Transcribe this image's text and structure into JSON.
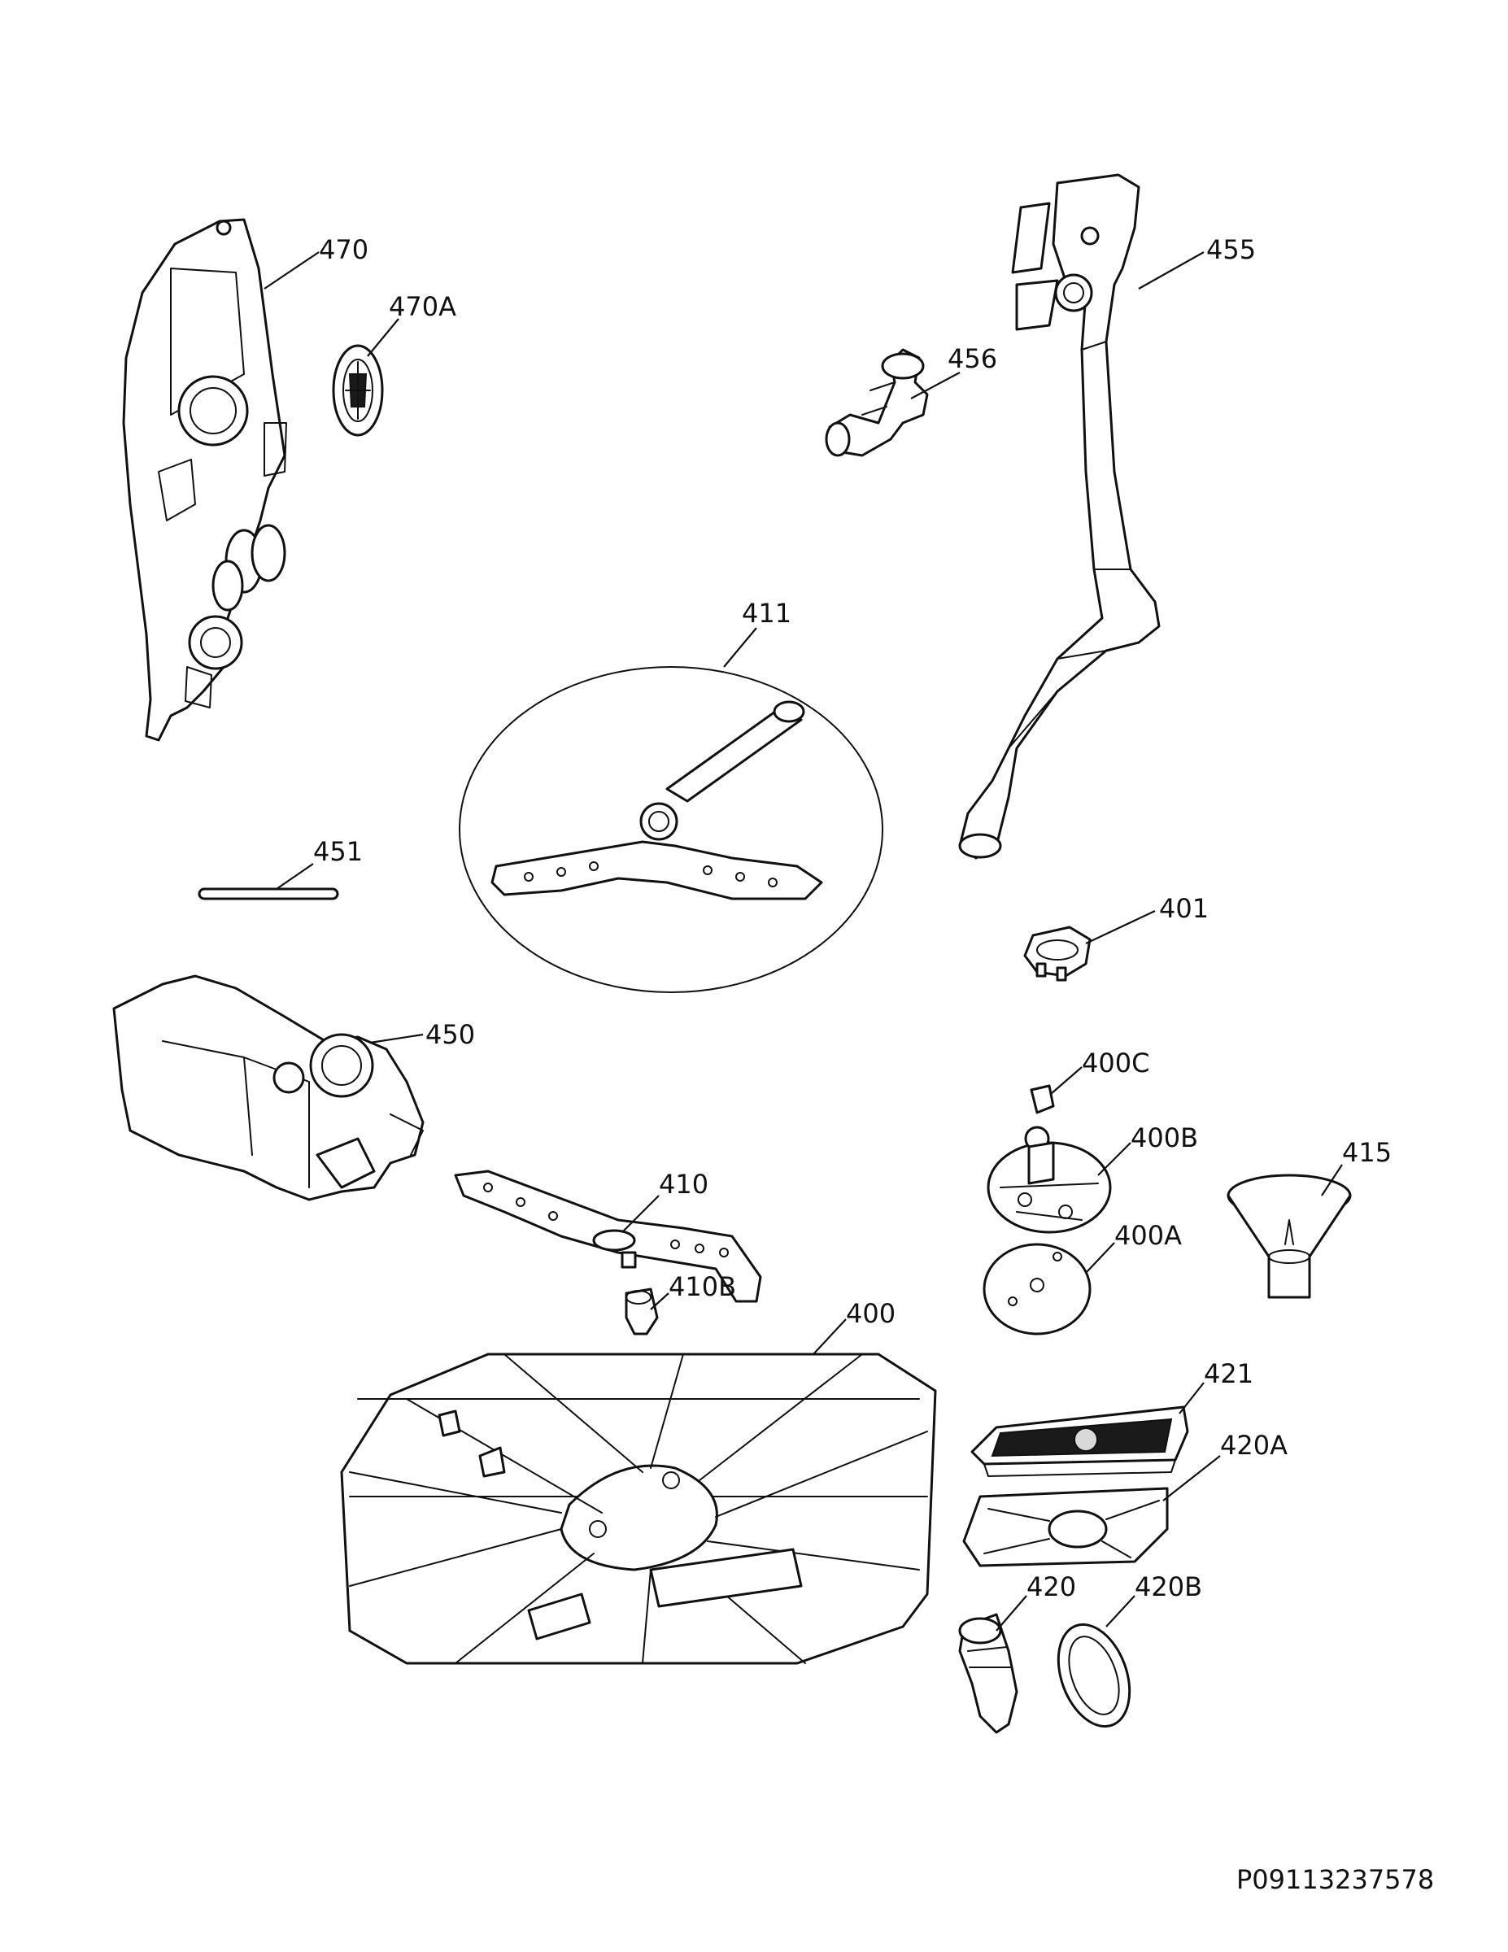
{
  "diagram": {
    "document_number": "P09113237578",
    "callouts": {
      "c470": "470",
      "c470A": "470A",
      "c455": "455",
      "c456": "456",
      "c411": "411",
      "c451": "451",
      "c401": "401",
      "c450": "450",
      "c400C": "400C",
      "c400B": "400B",
      "c415": "415",
      "c410": "410",
      "c400A": "400A",
      "c410B": "410B",
      "c400": "400",
      "c421": "421",
      "c420A": "420A",
      "c420": "420",
      "c420B": "420B"
    }
  }
}
